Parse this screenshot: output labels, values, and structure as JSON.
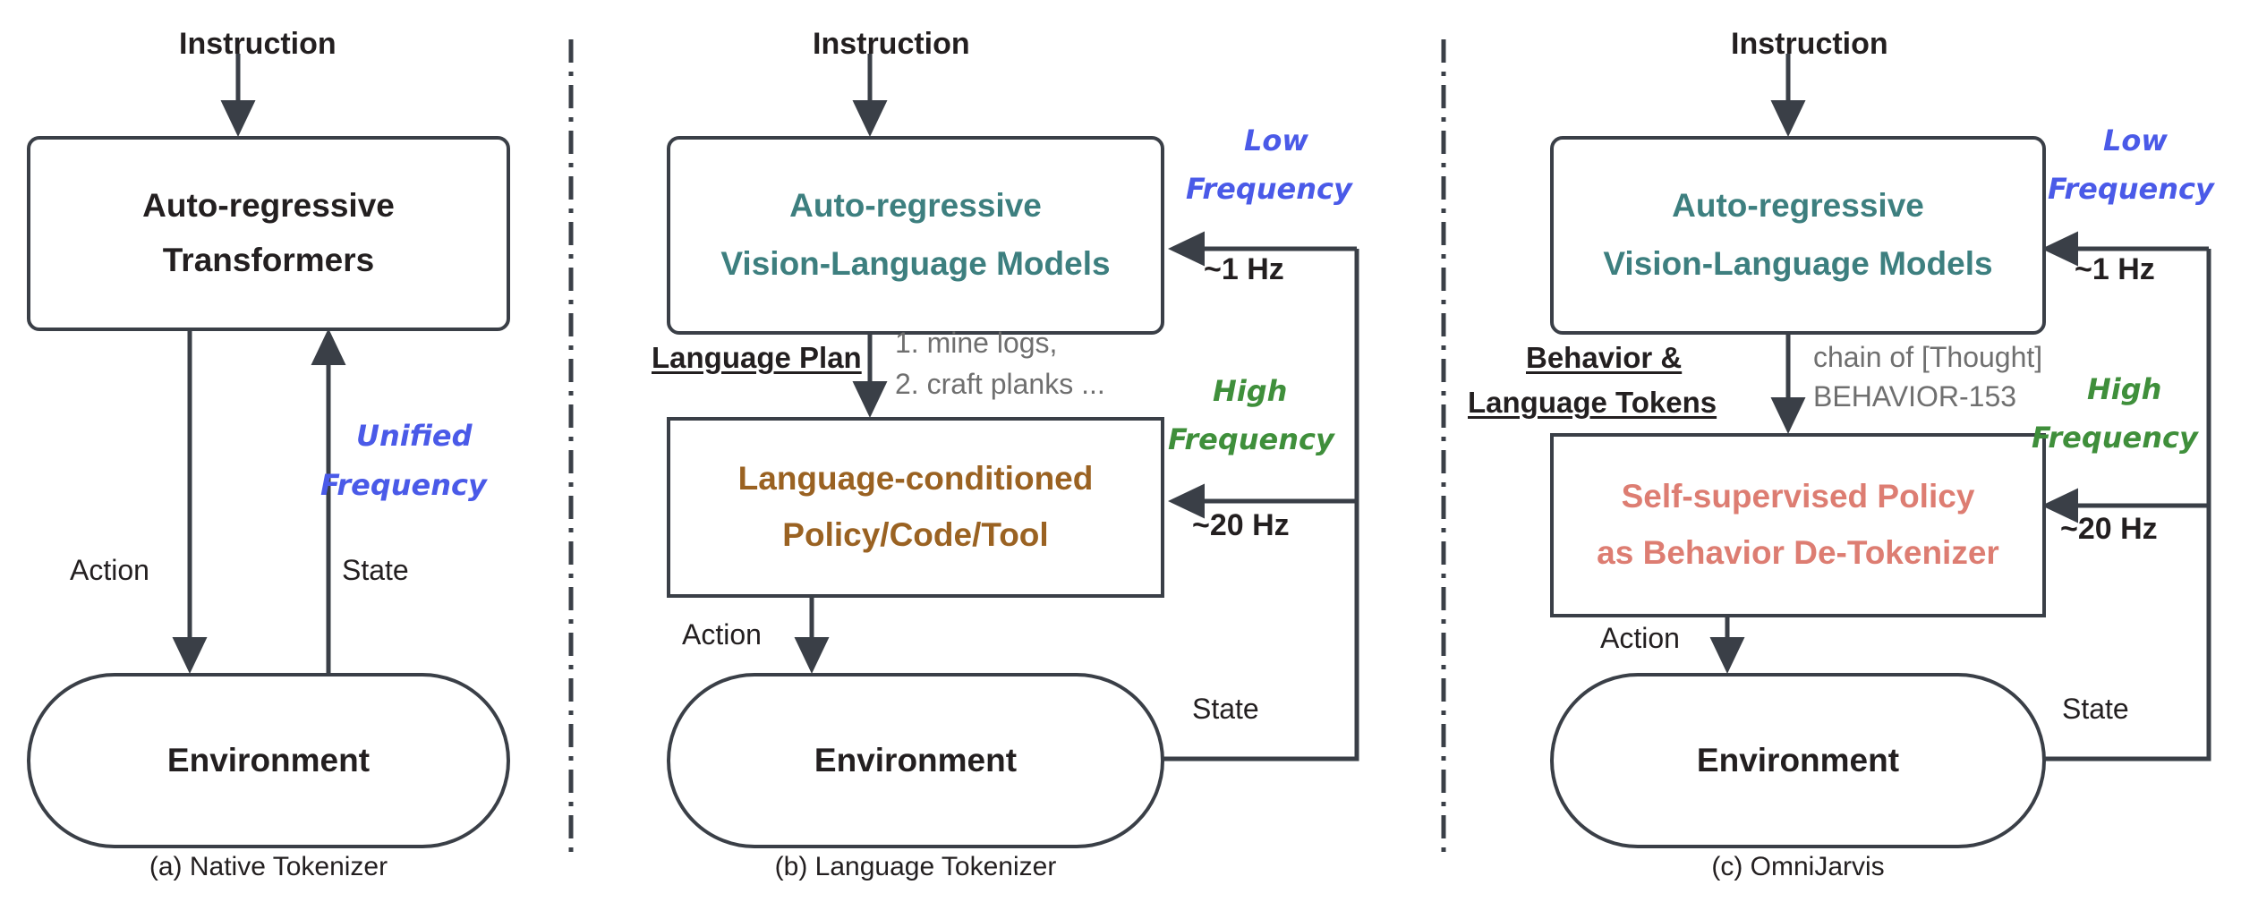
{
  "meta": {
    "colors": {
      "ink": "#231f20",
      "stroke": "#3a3f47",
      "teal": "#3d7f7f",
      "brown": "#9a6222",
      "salmon": "#dd7d72",
      "blue": "#4a5ae8",
      "green": "#3f8f3b",
      "gray": "#6f6f6f"
    }
  },
  "panels": [
    {
      "id": "a",
      "caption": "(a) Native Tokenizer",
      "instruction": "Instruction",
      "model_box": {
        "lines": [
          "Auto-regressive",
          "Transformers"
        ],
        "color": "#231f20"
      },
      "env_box": {
        "label": "Environment"
      },
      "edges": {
        "action": "Action",
        "state": "State"
      },
      "freq_note": {
        "lines": [
          "Unified",
          "Frequency"
        ],
        "color": "#4a5ae8"
      }
    },
    {
      "id": "b",
      "caption": "(b) Language Tokenizer",
      "instruction": "Instruction",
      "model_box": {
        "lines": [
          "Auto-regressive",
          "Vision-Language Models"
        ],
        "color": "#3d7f7f"
      },
      "policy_box": {
        "lines": [
          "Language-conditioned",
          "Policy/Code/Tool"
        ],
        "color": "#9a6222"
      },
      "env_box": {
        "label": "Environment"
      },
      "mid_label": "Language Plan",
      "mid_note": [
        "1. mine logs,",
        "2. craft planks ..."
      ],
      "edges": {
        "action": "Action",
        "state": "State"
      },
      "low_freq": {
        "lines": [
          "Low",
          "Frequency"
        ],
        "hz": "~1 Hz",
        "color": "#4a5ae8"
      },
      "high_freq": {
        "lines": [
          "High",
          "Frequency"
        ],
        "hz": "~20 Hz",
        "color": "#3f8f3b"
      }
    },
    {
      "id": "c",
      "caption": "(c) OmniJarvis",
      "instruction": "Instruction",
      "model_box": {
        "lines": [
          "Auto-regressive",
          "Vision-Language Models"
        ],
        "color": "#3d7f7f"
      },
      "policy_box": {
        "lines": [
          "Self-supervised Policy",
          "as Behavior De-Tokenizer"
        ],
        "color": "#dd7d72"
      },
      "env_box": {
        "label": "Environment"
      },
      "mid_label_lines": [
        "Behavior &",
        "Language Tokens"
      ],
      "mid_note": [
        "chain of [Thought]",
        "BEHAVIOR-153"
      ],
      "edges": {
        "action": "Action",
        "state": "State"
      },
      "low_freq": {
        "lines": [
          "Low",
          "Frequency"
        ],
        "hz": "~1 Hz",
        "color": "#4a5ae8"
      },
      "high_freq": {
        "lines": [
          "High",
          "Frequency"
        ],
        "hz": "~20 Hz",
        "color": "#3f8f3b"
      }
    }
  ]
}
